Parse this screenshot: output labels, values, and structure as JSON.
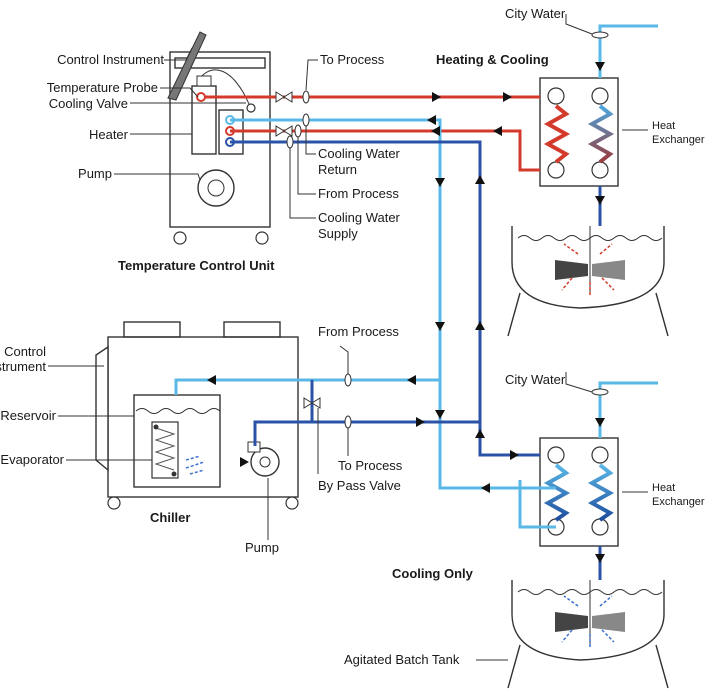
{
  "labels": {
    "control_instrument_top": "Control Instrument",
    "temperature_probe": "Temperature Probe",
    "cooling_valve": "Cooling Valve",
    "heater": "Heater",
    "pump_top": "Pump",
    "to_process_top": "To Process",
    "cooling_water_return_1": "Cooling Water",
    "cooling_water_return_2": "Return",
    "from_process_top": "From Process",
    "cooling_water_supply_1": "Cooling Water",
    "cooling_water_supply_2": "Supply",
    "temperature_control_unit": "Temperature Control Unit",
    "heating_cooling": "Heating & Cooling",
    "city_water_top": "City Water",
    "heat_exchanger_top_1": "Heat",
    "heat_exchanger_top_2": "Exchanger",
    "control_instrument_bottom_1": "Control",
    "control_instrument_bottom_2": "nstrument",
    "reservoir": "Reservoir",
    "evaporator": "Evaporator",
    "chiller": "Chiller",
    "pump_bottom": "Pump",
    "from_process_bottom": "From Process",
    "to_process_bottom": "To Process",
    "by_pass_valve": "By Pass Valve",
    "city_water_bottom": "City Water",
    "heat_exchanger_bottom_1": "Heat",
    "heat_exchanger_bottom_2": "Exchanger",
    "cooling_only": "Cooling Only",
    "agitated_batch_tank": "Agitated Batch Tank"
  },
  "colors": {
    "hot_line": "#d43a2c",
    "cooling_water_line": "#5ab8e6",
    "chilled_line": "#2a53a8",
    "outline": "#333333"
  }
}
